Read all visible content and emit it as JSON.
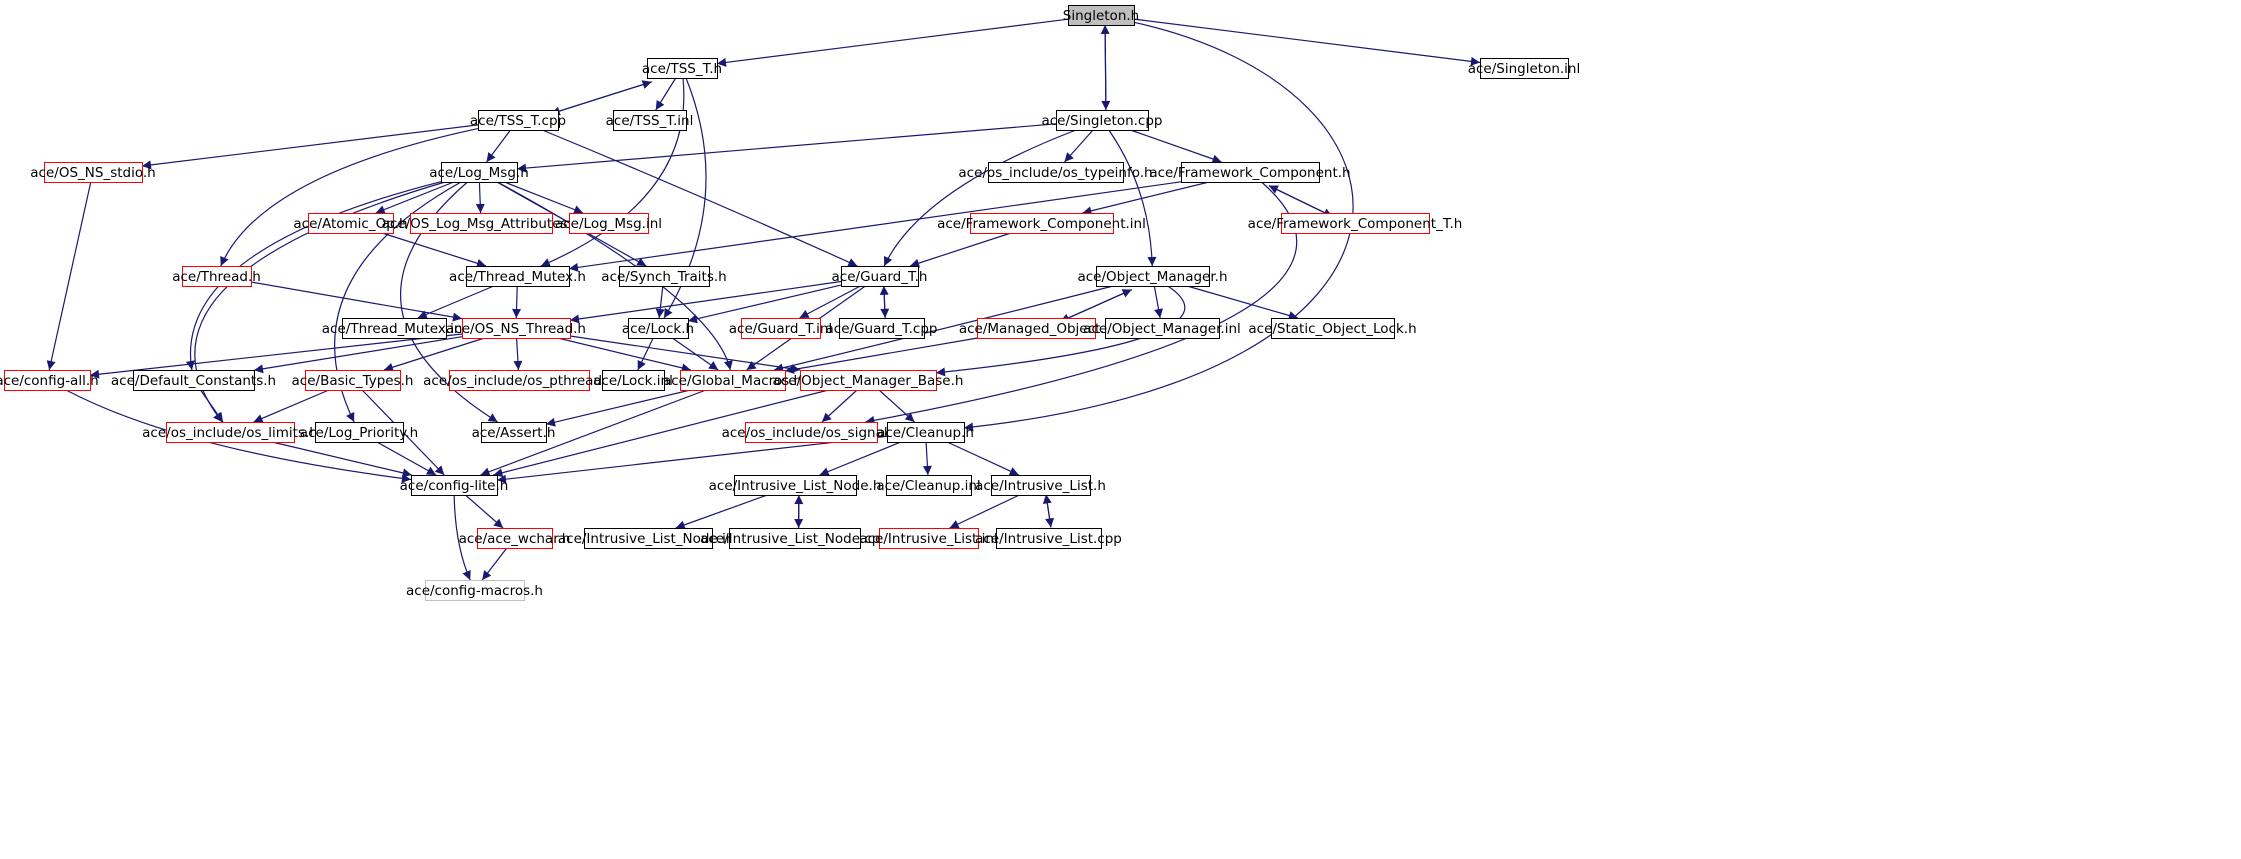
{
  "colors": {
    "edge": "#191970",
    "node_border": "#000000",
    "node_border_incomplete": "#ff0000",
    "node_border_missing": "#bfbfbf",
    "root_fill": "#bfbfbf",
    "node_fill": "#ffffff"
  },
  "nodes": [
    {
      "id": "singleton_h",
      "label": "Singleton.h",
      "status": "root"
    },
    {
      "id": "tss_t_h",
      "label": "ace/TSS_T.h",
      "status": "normal"
    },
    {
      "id": "singleton_inl",
      "label": "ace/Singleton.inl",
      "status": "normal"
    },
    {
      "id": "tss_t_cpp",
      "label": "ace/TSS_T.cpp",
      "status": "normal"
    },
    {
      "id": "tss_t_inl",
      "label": "ace/TSS_T.inl",
      "status": "normal"
    },
    {
      "id": "singleton_cpp",
      "label": "ace/Singleton.cpp",
      "status": "normal"
    },
    {
      "id": "os_ns_stdio_h",
      "label": "ace/OS_NS_stdio.h",
      "status": "incomplete"
    },
    {
      "id": "log_msg_h",
      "label": "ace/Log_Msg.h",
      "status": "normal"
    },
    {
      "id": "os_typeinfo_h",
      "label": "ace/os_include/os_typeinfo.h",
      "status": "normal"
    },
    {
      "id": "framework_component_h",
      "label": "ace/Framework_Component.h",
      "status": "normal"
    },
    {
      "id": "atomic_op_h",
      "label": "ace/Atomic_Op.h",
      "status": "incomplete"
    },
    {
      "id": "os_log_msg_attributes_h",
      "label": "ace/OS_Log_Msg_Attributes.h",
      "status": "incomplete"
    },
    {
      "id": "log_msg_inl",
      "label": "ace/Log_Msg.inl",
      "status": "incomplete"
    },
    {
      "id": "framework_component_inl",
      "label": "ace/Framework_Component.inl",
      "status": "incomplete"
    },
    {
      "id": "framework_component_t_h",
      "label": "ace/Framework_Component_T.h",
      "status": "incomplete"
    },
    {
      "id": "thread_h",
      "label": "ace/Thread.h",
      "status": "incomplete"
    },
    {
      "id": "thread_mutex_h",
      "label": "ace/Thread_Mutex.h",
      "status": "normal"
    },
    {
      "id": "synch_traits_h",
      "label": "ace/Synch_Traits.h",
      "status": "normal"
    },
    {
      "id": "guard_t_h",
      "label": "ace/Guard_T.h",
      "status": "normal"
    },
    {
      "id": "object_manager_h",
      "label": "ace/Object_Manager.h",
      "status": "normal"
    },
    {
      "id": "thread_mutex_inl",
      "label": "ace/Thread_Mutex.inl",
      "status": "normal"
    },
    {
      "id": "os_ns_thread_h",
      "label": "ace/OS_NS_Thread.h",
      "status": "incomplete"
    },
    {
      "id": "lock_h",
      "label": "ace/Lock.h",
      "status": "normal"
    },
    {
      "id": "guard_t_inl",
      "label": "ace/Guard_T.inl",
      "status": "incomplete"
    },
    {
      "id": "guard_t_cpp",
      "label": "ace/Guard_T.cpp",
      "status": "normal"
    },
    {
      "id": "managed_object_h",
      "label": "ace/Managed_Object.h",
      "status": "incomplete"
    },
    {
      "id": "object_manager_inl",
      "label": "ace/Object_Manager.inl",
      "status": "normal"
    },
    {
      "id": "static_object_lock_h",
      "label": "ace/Static_Object_Lock.h",
      "status": "normal"
    },
    {
      "id": "config_all_h",
      "label": "ace/config-all.h",
      "status": "incomplete"
    },
    {
      "id": "default_constants_h",
      "label": "ace/Default_Constants.h",
      "status": "normal"
    },
    {
      "id": "basic_types_h",
      "label": "ace/Basic_Types.h",
      "status": "incomplete"
    },
    {
      "id": "os_pthread_h",
      "label": "ace/os_include/os_pthread.h",
      "status": "incomplete"
    },
    {
      "id": "lock_inl",
      "label": "ace/Lock.inl",
      "status": "normal"
    },
    {
      "id": "global_macros_h",
      "label": "ace/Global_Macros.h",
      "status": "incomplete"
    },
    {
      "id": "object_manager_base_h",
      "label": "ace/Object_Manager_Base.h",
      "status": "incomplete"
    },
    {
      "id": "os_limits_h",
      "label": "ace/os_include/os_limits.h",
      "status": "incomplete"
    },
    {
      "id": "log_priority_h",
      "label": "ace/Log_Priority.h",
      "status": "normal"
    },
    {
      "id": "assert_h",
      "label": "ace/Assert.h",
      "status": "normal"
    },
    {
      "id": "os_signal_h",
      "label": "ace/os_include/os_signal.h",
      "status": "incomplete"
    },
    {
      "id": "cleanup_h",
      "label": "ace/Cleanup.h",
      "status": "normal"
    },
    {
      "id": "config_lite_h",
      "label": "ace/config-lite.h",
      "status": "normal"
    },
    {
      "id": "intrusive_list_node_h",
      "label": "ace/Intrusive_List_Node.h",
      "status": "normal"
    },
    {
      "id": "cleanup_inl",
      "label": "ace/Cleanup.inl",
      "status": "normal"
    },
    {
      "id": "intrusive_list_h",
      "label": "ace/Intrusive_List.h",
      "status": "normal"
    },
    {
      "id": "ace_wchar_h",
      "label": "ace/ace_wchar.h",
      "status": "incomplete"
    },
    {
      "id": "intrusive_list_node_inl",
      "label": "ace/Intrusive_List_Node.inl",
      "status": "normal"
    },
    {
      "id": "intrusive_list_node_cpp",
      "label": "ace/Intrusive_List_Node.cpp",
      "status": "normal"
    },
    {
      "id": "intrusive_list_inl",
      "label": "ace/Intrusive_List.inl",
      "status": "incomplete"
    },
    {
      "id": "intrusive_list_cpp",
      "label": "ace/Intrusive_List.cpp",
      "status": "normal"
    },
    {
      "id": "config_macros_h",
      "label": "ace/config-macros.h",
      "status": "missing"
    }
  ],
  "edges": [
    {
      "from": "singleton_h",
      "to": "tss_t_h"
    },
    {
      "from": "singleton_h",
      "to": "singleton_inl"
    },
    {
      "from": "singleton_h",
      "to": "singleton_cpp"
    },
    {
      "from": "singleton_h",
      "to": "cleanup_h"
    },
    {
      "from": "singleton_cpp",
      "to": "singleton_h"
    },
    {
      "from": "tss_t_h",
      "to": "tss_t_cpp"
    },
    {
      "from": "tss_t_cpp",
      "to": "tss_t_h"
    },
    {
      "from": "tss_t_h",
      "to": "tss_t_inl"
    },
    {
      "from": "tss_t_h",
      "to": "thread_mutex_h"
    },
    {
      "from": "tss_t_h",
      "to": "lock_h"
    },
    {
      "from": "tss_t_cpp",
      "to": "os_ns_stdio_h"
    },
    {
      "from": "tss_t_cpp",
      "to": "log_msg_h"
    },
    {
      "from": "tss_t_cpp",
      "to": "thread_h"
    },
    {
      "from": "tss_t_cpp",
      "to": "guard_t_h"
    },
    {
      "from": "singleton_cpp",
      "to": "log_msg_h"
    },
    {
      "from": "singleton_cpp",
      "to": "os_typeinfo_h"
    },
    {
      "from": "singleton_cpp",
      "to": "framework_component_h"
    },
    {
      "from": "singleton_cpp",
      "to": "guard_t_h"
    },
    {
      "from": "singleton_cpp",
      "to": "object_manager_h"
    },
    {
      "from": "os_ns_stdio_h",
      "to": "config_all_h"
    },
    {
      "from": "log_msg_h",
      "to": "atomic_op_h"
    },
    {
      "from": "log_msg_h",
      "to": "os_log_msg_attributes_h"
    },
    {
      "from": "log_msg_h",
      "to": "log_msg_inl"
    },
    {
      "from": "log_msg_h",
      "to": "synch_traits_h"
    },
    {
      "from": "log_msg_h",
      "to": "default_constants_h"
    },
    {
      "from": "log_msg_h",
      "to": "os_limits_h"
    },
    {
      "from": "log_msg_h",
      "to": "log_priority_h"
    },
    {
      "from": "log_msg_h",
      "to": "assert_h"
    },
    {
      "from": "log_msg_h",
      "to": "global_macros_h"
    },
    {
      "from": "framework_component_h",
      "to": "framework_component_inl"
    },
    {
      "from": "framework_component_h",
      "to": "framework_component_t_h"
    },
    {
      "from": "framework_component_t_h",
      "to": "framework_component_h"
    },
    {
      "from": "framework_component_h",
      "to": "thread_mutex_h"
    },
    {
      "from": "framework_component_h",
      "to": "os_signal_h"
    },
    {
      "from": "framework_component_inl",
      "to": "guard_t_h"
    },
    {
      "from": "atomic_op_h",
      "to": "thread_mutex_h"
    },
    {
      "from": "thread_h",
      "to": "os_ns_thread_h"
    },
    {
      "from": "thread_mutex_h",
      "to": "thread_mutex_inl"
    },
    {
      "from": "thread_mutex_h",
      "to": "os_ns_thread_h"
    },
    {
      "from": "synch_traits_h",
      "to": "lock_h"
    },
    {
      "from": "guard_t_h",
      "to": "lock_h"
    },
    {
      "from": "guard_t_h",
      "to": "guard_t_inl"
    },
    {
      "from": "guard_t_h",
      "to": "guard_t_cpp"
    },
    {
      "from": "guard_t_cpp",
      "to": "guard_t_h"
    },
    {
      "from": "guard_t_h",
      "to": "os_ns_thread_h"
    },
    {
      "from": "guard_t_h",
      "to": "global_macros_h"
    },
    {
      "from": "object_manager_h",
      "to": "managed_object_h"
    },
    {
      "from": "managed_object_h",
      "to": "object_manager_h"
    },
    {
      "from": "object_manager_h",
      "to": "object_manager_inl"
    },
    {
      "from": "object_manager_h",
      "to": "static_object_lock_h"
    },
    {
      "from": "object_manager_h",
      "to": "object_manager_base_h"
    },
    {
      "from": "object_manager_h",
      "to": "global_macros_h"
    },
    {
      "from": "managed_object_h",
      "to": "global_macros_h"
    },
    {
      "from": "os_ns_thread_h",
      "to": "config_all_h"
    },
    {
      "from": "os_ns_thread_h",
      "to": "default_constants_h"
    },
    {
      "from": "os_ns_thread_h",
      "to": "basic_types_h"
    },
    {
      "from": "os_ns_thread_h",
      "to": "os_pthread_h"
    },
    {
      "from": "os_ns_thread_h",
      "to": "global_macros_h"
    },
    {
      "from": "os_ns_thread_h",
      "to": "object_manager_base_h"
    },
    {
      "from": "lock_h",
      "to": "lock_inl"
    },
    {
      "from": "lock_h",
      "to": "global_macros_h"
    },
    {
      "from": "config_all_h",
      "to": "config_lite_h"
    },
    {
      "from": "default_constants_h",
      "to": "os_limits_h"
    },
    {
      "from": "basic_types_h",
      "to": "os_limits_h"
    },
    {
      "from": "basic_types_h",
      "to": "config_lite_h"
    },
    {
      "from": "global_macros_h",
      "to": "assert_h"
    },
    {
      "from": "global_macros_h",
      "to": "config_lite_h"
    },
    {
      "from": "object_manager_base_h",
      "to": "os_signal_h"
    },
    {
      "from": "object_manager_base_h",
      "to": "cleanup_h"
    },
    {
      "from": "object_manager_base_h",
      "to": "config_lite_h"
    },
    {
      "from": "os_limits_h",
      "to": "config_lite_h"
    },
    {
      "from": "log_priority_h",
      "to": "config_lite_h"
    },
    {
      "from": "cleanup_h",
      "to": "config_lite_h"
    },
    {
      "from": "cleanup_h",
      "to": "intrusive_list_node_h"
    },
    {
      "from": "cleanup_h",
      "to": "cleanup_inl"
    },
    {
      "from": "cleanup_h",
      "to": "intrusive_list_h"
    },
    {
      "from": "intrusive_list_node_h",
      "to": "intrusive_list_node_inl"
    },
    {
      "from": "intrusive_list_node_h",
      "to": "intrusive_list_node_cpp"
    },
    {
      "from": "intrusive_list_node_cpp",
      "to": "intrusive_list_node_h"
    },
    {
      "from": "intrusive_list_h",
      "to": "intrusive_list_inl"
    },
    {
      "from": "intrusive_list_h",
      "to": "intrusive_list_cpp"
    },
    {
      "from": "intrusive_list_cpp",
      "to": "intrusive_list_h"
    },
    {
      "from": "config_lite_h",
      "to": "ace_wchar_h"
    },
    {
      "from": "config_lite_h",
      "to": "config_macros_h"
    },
    {
      "from": "ace_wchar_h",
      "to": "config_macros_h"
    }
  ]
}
